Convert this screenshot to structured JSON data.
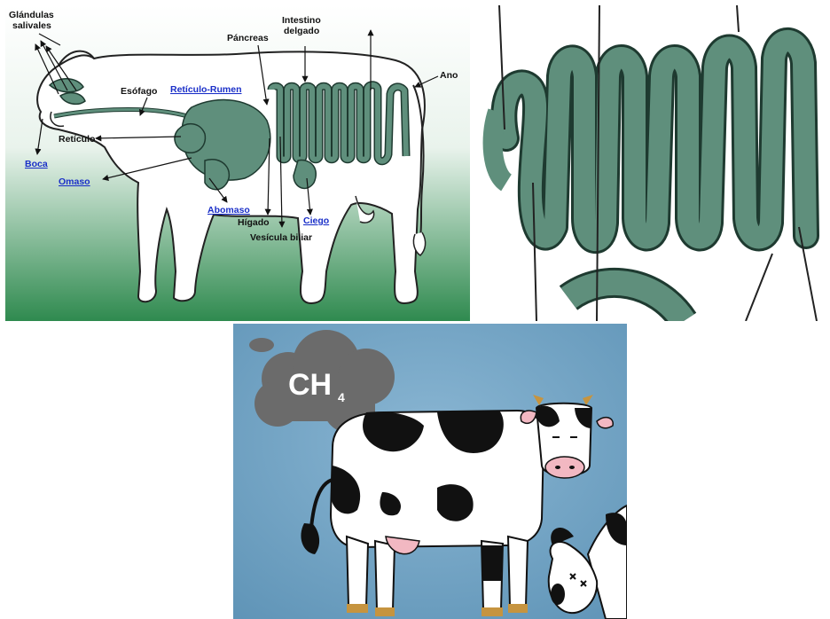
{
  "anatomy": {
    "labels": {
      "glandulas": "Glándulas",
      "salivales": "salivales",
      "esofago": "Esófago",
      "reticulo_rumen": "Retículo-Rumen",
      "pancreas": "Páncreas",
      "intestino": "Intestino",
      "delgado": "delgado",
      "ano": "Ano",
      "reticulo": "Retículo",
      "boca": "Boca",
      "omaso": "Omaso",
      "abomaso": "Abomaso",
      "higado": "Hígado",
      "ciego": "Ciego",
      "vesicula": "Vesícula biliar"
    },
    "colors": {
      "bg_top": "#ffffff",
      "bg_bottom": "#2f8a4f",
      "organ": "#5f8f7c",
      "link": "#1a2fc8"
    }
  },
  "zoom": {
    "colors": {
      "intestine": "#5f8f7c",
      "bg": "#ffffff"
    }
  },
  "cartoon": {
    "cloud_text": "CH",
    "cloud_subscript": "4",
    "colors": {
      "sky": "#6c9fc0",
      "cloud": "#6b6b6b",
      "udder": "#f2b8c2",
      "hoof": "#c6943f"
    }
  }
}
